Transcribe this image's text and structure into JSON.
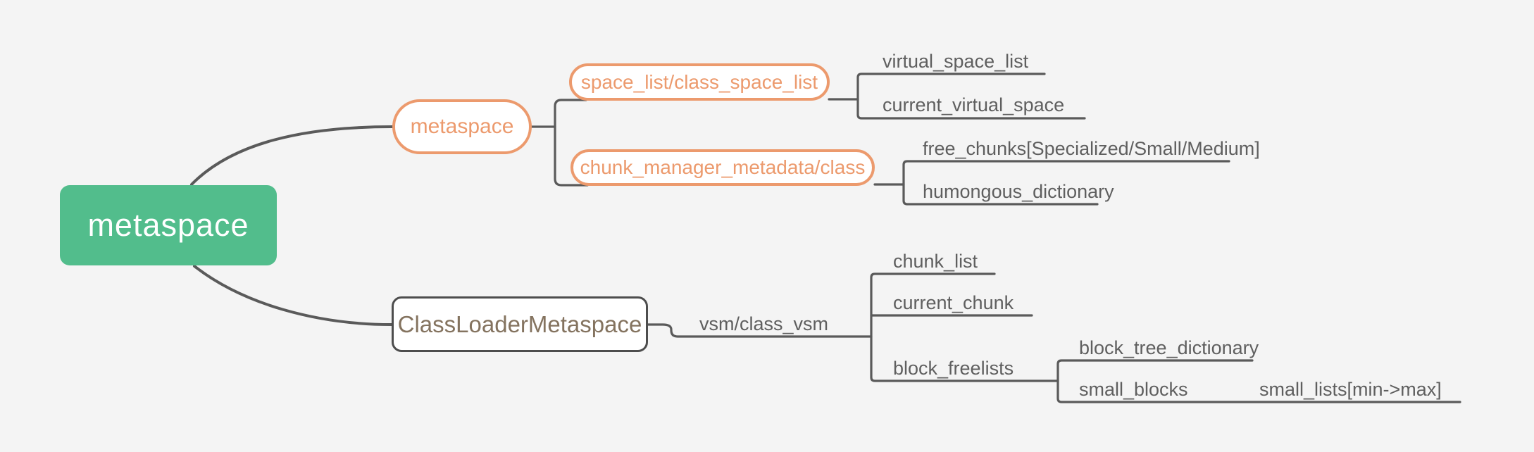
{
  "style": {
    "background": "#f4f4f4",
    "branch_line": "#5a5a5a",
    "root_fill": "#52bd8c",
    "root_text": "#ffffff",
    "accent_orange": "#ec9a6d",
    "node_fill": "#ffffff",
    "clm_border": "#4d4d4d",
    "clm_text": "#84735f",
    "label_text": "#5f5f5f"
  },
  "mindmap": {
    "root": {
      "label": "metaspace"
    },
    "branches": [
      {
        "label": "metaspace",
        "children": [
          {
            "label": "space_list/class_space_list",
            "children": [
              {
                "label": "virtual_space_list"
              },
              {
                "label": "current_virtual_space"
              }
            ]
          },
          {
            "label": "chunk_manager_metadata/class",
            "children": [
              {
                "label": "free_chunks[Specialized/Small/Medium]"
              },
              {
                "label": "humongous_dictionary"
              }
            ]
          }
        ]
      },
      {
        "label": "ClassLoaderMetaspace",
        "children": [
          {
            "label": "vsm/class_vsm",
            "children": [
              {
                "label": "chunk_list"
              },
              {
                "label": "current_chunk"
              },
              {
                "label": "block_freelists",
                "children": [
                  {
                    "label": "block_tree_dictionary"
                  },
                  {
                    "label": "small_blocks",
                    "children": [
                      {
                        "label": "small_lists[min->max]"
                      }
                    ]
                  }
                ]
              }
            ]
          }
        ]
      }
    ]
  }
}
